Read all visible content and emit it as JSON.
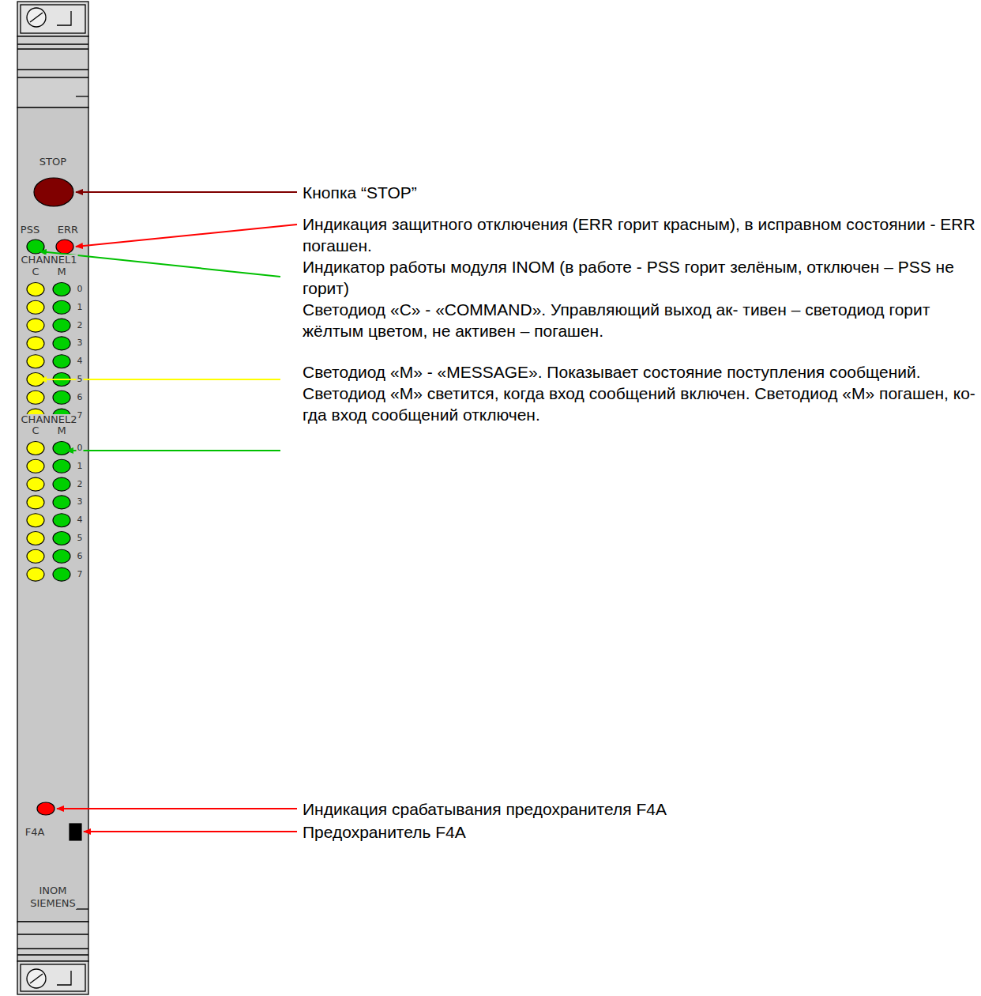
{
  "diagram": {
    "labels": [
      "STOP",
      "Кнопка “STOP”",
      "PSS",
      "ERR",
      "Индикация защитного отключения (ERR горит красным), в исправном состоянии - ERR погашен.",
      "CHANNEL1",
      "Индикатор работы модуля INOM (в работе - PSS  горит зелёным, отключен – PSS не горит)",
      "C",
      "M",
      "0",
      "1",
      "2",
      "3",
      "4",
      "5",
      "6",
      "7",
      "Светодиод «С» - «COMMAND». Управляющий выход ак- тивен – светодиод горит жёлтым цветом, не активен – погашен.",
      "CHANNEL2",
      "C",
      "M",
      "0",
      "1",
      "2",
      "3",
      "4",
      "5",
      "6",
      "7",
      "Светодиод «М» - «MESSAGE». Показывает состояние поступления сообщений. Светодиод «М» светится, когда вход сообщений включен. Светодиод «М» погашен, ко- гда вход сообщений отключен.",
      "Индикация срабатывания предохранителя F4A",
      "F4A",
      "Предохранитель F4A",
      "INOM",
      "SIEMENS"
    ]
  }
}
